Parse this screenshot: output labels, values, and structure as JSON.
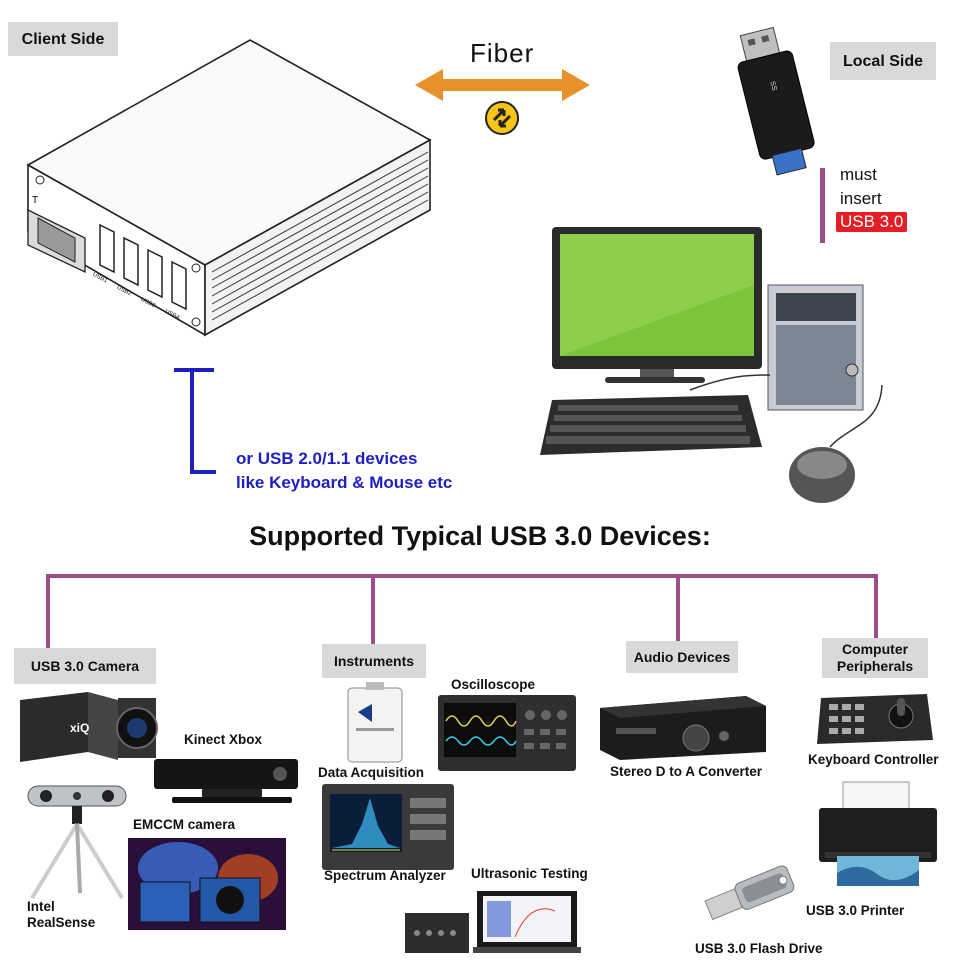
{
  "top": {
    "client_side_label": "Client Side",
    "local_side_label": "Local Side",
    "fiber_label": "Fiber",
    "must_line1": "must",
    "must_line2": "insert",
    "usb3_badge": "USB 3.0",
    "usb2_note_line1": "or USB 2.0/1.1 devices",
    "usb2_note_line2": "like Keyboard & Mouse etc",
    "port_labels": [
      "USB1",
      "USB2",
      "USB3",
      "USB4"
    ]
  },
  "section_title": "Supported Typical USB 3.0 Devices:",
  "categories": {
    "camera": "USB 3.0 Camera",
    "instruments": "Instruments",
    "audio": "Audio Devices",
    "peripherals_line1": "Computer",
    "peripherals_line2": "Peripherals"
  },
  "devices": {
    "kinect": "Kinect Xbox",
    "emccm": "EMCCM camera",
    "realsense_line1": "Intel",
    "realsense_line2": "RealSense",
    "data_acq": "Data Acquisition",
    "oscilloscope": "Oscilloscope",
    "spectrum": "Spectrum Analyzer",
    "ultrasonic": "Ultrasonic Testing",
    "dac": "Stereo D to A Converter",
    "keyboard_ctrl": "Keyboard Controller",
    "printer": "USB 3.0 Printer",
    "flash": "USB 3.0 Flash Drive"
  },
  "colors": {
    "tree_line": "#9b4f8a",
    "fiber_arrow": "#e8902a",
    "note_blue": "#1f1fc0",
    "badge_red": "#e51e25",
    "screen_green": "#7bc53a"
  }
}
